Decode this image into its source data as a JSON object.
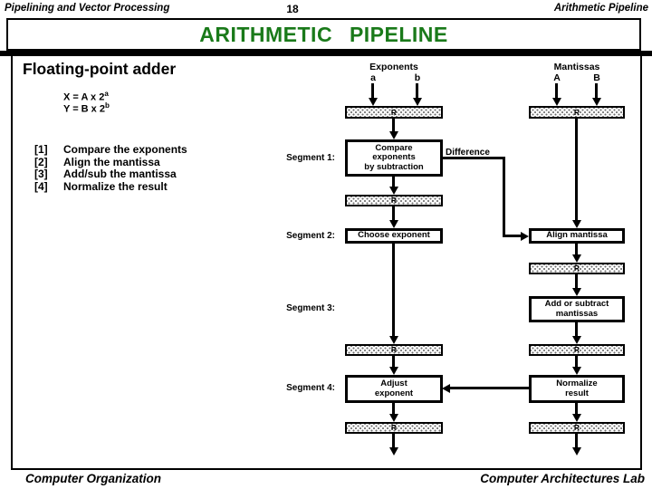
{
  "header": {
    "left": "Pipelining and Vector Processing",
    "page": "18",
    "right": "Arithmetic Pipeline"
  },
  "title": "ARITHMETIC PIPELINE",
  "colors": {
    "title_green": "#1a7a1a",
    "line_black": "#000000",
    "background": "#ffffff"
  },
  "left_panel": {
    "heading": "Floating-point adder",
    "equations": [
      {
        "base": "X = A x 2",
        "sup": "a"
      },
      {
        "base": "Y = B x 2",
        "sup": "b"
      }
    ],
    "steps": [
      {
        "num": "[1]",
        "text": "Compare the exponents"
      },
      {
        "num": "[2]",
        "text": "Align the mantissa"
      },
      {
        "num": "[3]",
        "text": "Add/sub the mantissa"
      },
      {
        "num": "[4]",
        "text": "Normalize the result"
      }
    ]
  },
  "diagram": {
    "exponents_label": "Exponents",
    "mantissas_label": "Mantissas",
    "inputs": {
      "a": "a",
      "b": "b",
      "A": "A",
      "B": "B"
    },
    "register_label": "R",
    "segments": [
      {
        "label": "Segment 1:"
      },
      {
        "label": "Segment 2:"
      },
      {
        "label": "Segment 3:"
      },
      {
        "label": "Segment 4:"
      }
    ],
    "boxes": {
      "compare": "Compare\nexponents\nby subtraction",
      "choose": "Choose exponent",
      "align": "Align mantissa",
      "addsub": "Add or subtract\nmantissas",
      "adjust": "Adjust\nexponent",
      "normalize": "Normalize\nresult"
    },
    "difference_label": "Difference"
  },
  "footer": {
    "left": "Computer Organization",
    "right": "Computer Architectures Lab"
  }
}
